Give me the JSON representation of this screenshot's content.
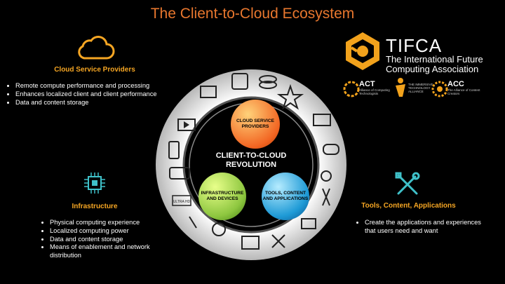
{
  "title": "The Client-to-Cloud Ecosystem",
  "left_top": {
    "title": "Cloud Service Providers",
    "bullets": [
      "Remote compute performance and processing",
      "Enhances localized client and client performance",
      "Data and content storage"
    ]
  },
  "left_bottom": {
    "title": "Infrastructure",
    "bullets": [
      "Physical computing experience",
      "Localized computing power",
      "Data and content storage",
      "Means of enablement and network distribution"
    ]
  },
  "right_bottom": {
    "title": "Tools, Content, Applications",
    "bullets": [
      "Create the applications and experiences that users need and want"
    ]
  },
  "logo": {
    "name": "TIFCA",
    "subtitle_1": "The International Future",
    "subtitle_2": "Computing Association",
    "orgs": [
      {
        "abbr": "ACT",
        "desc": "Alliance of Computing Technologists"
      },
      {
        "abbr": "",
        "desc": "THE IMMERSIVE TECHNOLOGY ALLIANCE"
      },
      {
        "abbr": "ACC",
        "desc": "The Alliance of Content Creators"
      }
    ]
  },
  "center": {
    "line1": "CLIENT-TO-CLOUD",
    "line2": "REVOLUTION",
    "balls": {
      "cloud": "CLOUD SERVICE PROVIDERS",
      "infra": "INFRASTRUCTURE AND DEVICES",
      "tools": "TOOLS, CONTENT AND APPLICATIONS"
    }
  },
  "ultra_hd_label": "ULTRA HD",
  "colors": {
    "title": "#e8772e",
    "section": "#f6a623",
    "ring": "#d9d9d9",
    "teal": "#3fc1c9",
    "cloud_ball": "#f26522",
    "infra_ball": "#8dc63f",
    "tools_ball": "#1e9ad6"
  }
}
